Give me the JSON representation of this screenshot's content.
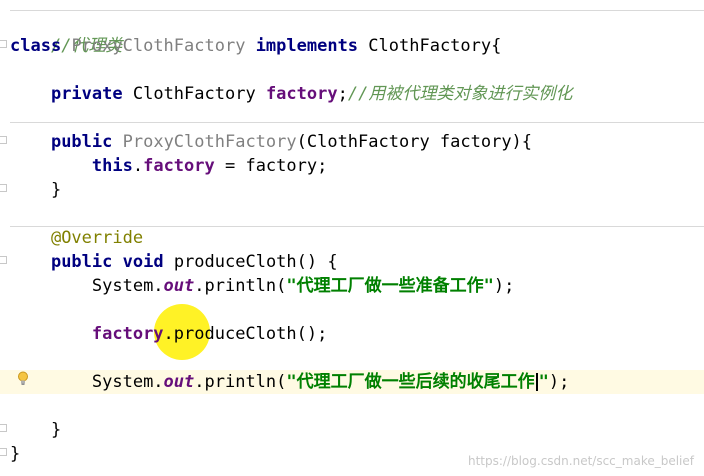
{
  "code": {
    "line_comment_top": "//代理类",
    "class_kw": "class",
    "class_name": "ProxyClothFactory",
    "implements_kw": "implements",
    "interface_name": "ClothFactory",
    "brace_open": "{",
    "private_kw": "private",
    "field_type": "ClothFactory",
    "field_name": "factory",
    "semicolon": ";",
    "field_comment": "//用被代理类对象进行实例化",
    "public_kw": "public",
    "ctor_name": "ProxyClothFactory",
    "ctor_params": "(ClothFactory factory){",
    "this_kw": "this",
    "dot": ".",
    "assign_rhs": " = factory;",
    "brace_close": "}",
    "annotation": "@Override",
    "void_kw": "void",
    "method_sig": "produceCloth() {",
    "system": "System.",
    "out": "out",
    "println_open": ".println(",
    "str1": "\"代理工厂做一些准备工作\"",
    "close_paren_semicolon": ");",
    "call_rest": ".produceCloth();",
    "str2_a": "\"代理工厂做一些后续的收尾工作",
    "str2_b": "\""
  },
  "watermark": "https://blog.csdn.net/scc_make_belief",
  "colors": {
    "keyword": "#000080",
    "string": "#008000",
    "comment": "#629755",
    "field": "#660e7a",
    "annotation": "#808000",
    "highlight_line": "#fffae3",
    "cursor_highlight": "#fff000"
  },
  "icons": {
    "bulb": "lightbulb-icon"
  }
}
